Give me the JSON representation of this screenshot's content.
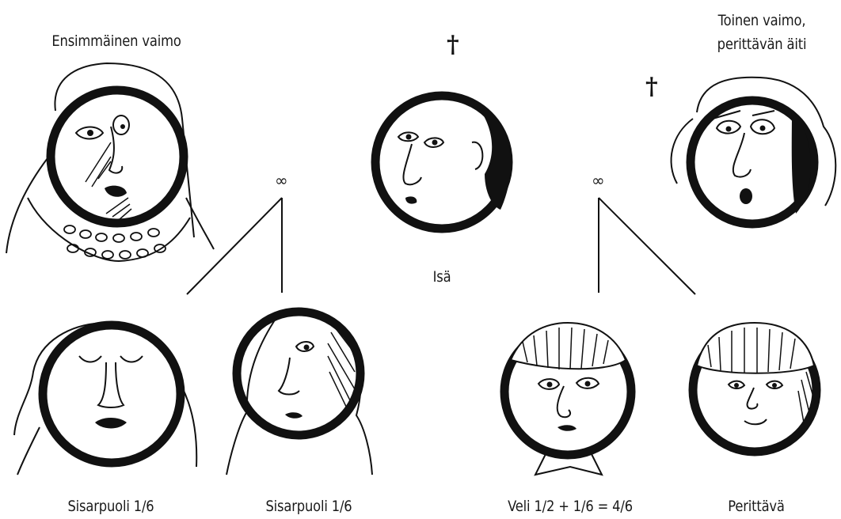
{
  "labels": {
    "first_wife": "Ensimmäinen vaimo",
    "second_wife_line1": "Toinen vaimo,",
    "second_wife_line2": "perittävän äiti",
    "father": "Isä",
    "half_sister_1": "Sisarpuoli 1/6",
    "half_sister_2": "Sisarpuoli 1/6",
    "brother": "Veli 1/2 + 1/6 = 4/6",
    "deceased": "Perittävä"
  },
  "symbols": {
    "death_mark": "†",
    "marriage_mark": "∞"
  },
  "colors": {
    "ink": "#111111",
    "paper": "#ffffff"
  }
}
